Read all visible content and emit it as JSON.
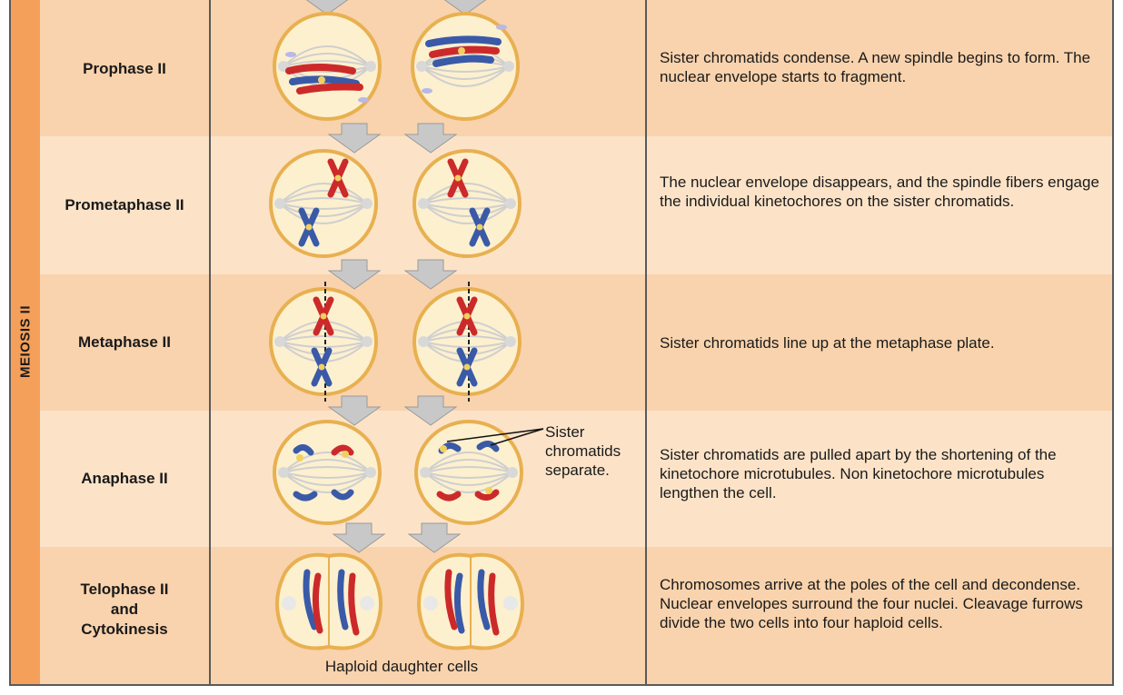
{
  "side_label": "MEIOSIS II",
  "phases": [
    {
      "name": "Prophase II",
      "description": "Sister chromatids condense. A new spindle begins to form. The nuclear envelope starts to fragment."
    },
    {
      "name": "Prometaphase II",
      "description": "The nuclear envelope disappears, and the spindle fibers engage the individual kinetochores on the sister chromatids."
    },
    {
      "name": "Metaphase II",
      "description": "Sister chromatids line up at the metaphase plate."
    },
    {
      "name": "Anaphase II",
      "description": "Sister chromatids are pulled apart by the shortening of  the kinetochore microtubules. Non kinetochore microtubules lengthen the cell."
    },
    {
      "name": "Telophase II and Cytokinesis",
      "description": "Chromosomes arrive at the poles of the cell and decondense. Nuclear envelopes surround the four nuclei. Cleavage furrows divide the two cells into four haploid cells."
    }
  ],
  "anaphase_label": "Sister chromatids separate.",
  "caption": "Haploid daughter cells",
  "colors": {
    "side": "#f5a05a",
    "row_dark": "#f9d3ad",
    "row_light": "#fce3c8",
    "cell_fill": "#fdf0cf",
    "cell_border": "#e8b050",
    "red": "#cc2a2a",
    "blue": "#3a5aa8",
    "arrow": "#c8c8c8"
  }
}
